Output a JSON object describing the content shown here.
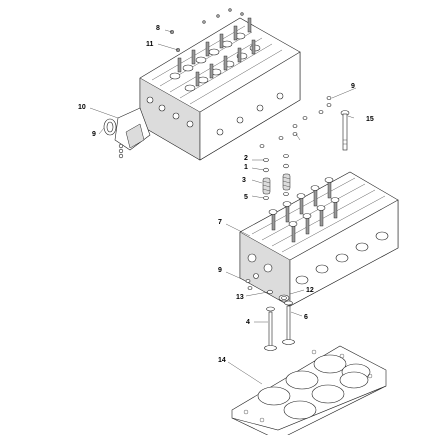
{
  "callouts": {
    "c8": "8",
    "c11": "11",
    "c10": "10",
    "c9a": "9",
    "c9b": "9",
    "c9c": "9",
    "c15": "15",
    "c2": "2",
    "c1": "1",
    "c3": "3",
    "c5": "5",
    "c7": "7",
    "c12": "12",
    "c13": "13",
    "c4": "4",
    "c6": "6",
    "c14": "14"
  }
}
